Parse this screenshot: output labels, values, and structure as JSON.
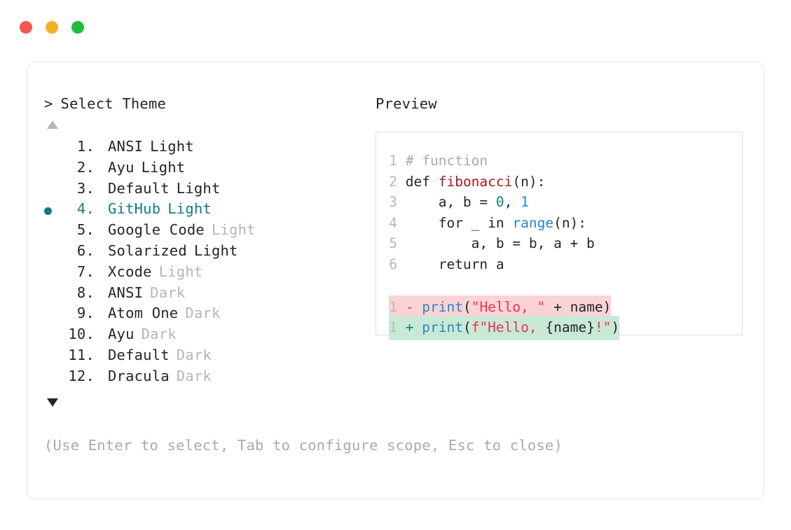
{
  "window": {
    "traffic_lights": [
      {
        "name": "close",
        "color": "#f5554f"
      },
      {
        "name": "minimize",
        "color": "#f4b223"
      },
      {
        "name": "maximize",
        "color": "#21bb3b"
      }
    ]
  },
  "colors": {
    "accent_teal": "#0f7f7c",
    "muted": "#b4b6ba",
    "text": "#22262c",
    "diff_del_bg": "#fbd3d6",
    "diff_add_bg": "#c9e9d7",
    "string_red": "#e63355",
    "function_red": "#a3191c",
    "builtin_blue": "#2b84c4"
  },
  "left_pane": {
    "prompt_chevron": ">",
    "title": "Select Theme",
    "scroll_up_icon": "triangle-up-icon",
    "scroll_down_icon": "triangle-down-icon",
    "selected_index": 4,
    "items": [
      {
        "num": "1.",
        "name": "ANSI",
        "variant": "Light",
        "variant_muted": false,
        "selected": false
      },
      {
        "num": "2.",
        "name": "Ayu",
        "variant": "Light",
        "variant_muted": false,
        "selected": false
      },
      {
        "num": "3.",
        "name": "Default",
        "variant": "Light",
        "variant_muted": false,
        "selected": false
      },
      {
        "num": "4.",
        "name": "GitHub",
        "variant": "Light",
        "variant_muted": false,
        "selected": true
      },
      {
        "num": "5.",
        "name": "Google Code",
        "variant": "Light",
        "variant_muted": true,
        "selected": false
      },
      {
        "num": "6.",
        "name": "Solarized",
        "variant": "Light",
        "variant_muted": false,
        "selected": false
      },
      {
        "num": "7.",
        "name": "Xcode",
        "variant": "Light",
        "variant_muted": true,
        "selected": false
      },
      {
        "num": "8.",
        "name": "ANSI",
        "variant": "Dark",
        "variant_muted": true,
        "selected": false
      },
      {
        "num": "9.",
        "name": "Atom One",
        "variant": "Dark",
        "variant_muted": true,
        "selected": false
      },
      {
        "num": "10.",
        "name": "Ayu",
        "variant": "Dark",
        "variant_muted": true,
        "selected": false
      },
      {
        "num": "11.",
        "name": "Default",
        "variant": "Dark",
        "variant_muted": true,
        "selected": false
      },
      {
        "num": "12.",
        "name": "Dracula",
        "variant": "Dark",
        "variant_muted": true,
        "selected": false
      }
    ],
    "hint": "(Use Enter to select, Tab to configure scope, Esc to close)"
  },
  "right_pane": {
    "label": "Preview",
    "code_lines": [
      {
        "ln": "1",
        "tokens": [
          {
            "t": "# function",
            "c": "c-com"
          }
        ]
      },
      {
        "ln": "2",
        "tokens": [
          {
            "t": "def ",
            "c": "c-kw"
          },
          {
            "t": "fibonacci",
            "c": "c-fn"
          },
          {
            "t": "(n):",
            "c": "c-pl"
          }
        ]
      },
      {
        "ln": "3",
        "tokens": [
          {
            "t": "    a, b = ",
            "c": "c-pl"
          },
          {
            "t": "0",
            "c": "c-num0"
          },
          {
            "t": ", ",
            "c": "c-pl"
          },
          {
            "t": "1",
            "c": "c-num1"
          }
        ]
      },
      {
        "ln": "4",
        "tokens": [
          {
            "t": "    for _ in ",
            "c": "c-pl"
          },
          {
            "t": "range",
            "c": "c-bi"
          },
          {
            "t": "(n):",
            "c": "c-pl"
          }
        ]
      },
      {
        "ln": "5",
        "tokens": [
          {
            "t": "        a, b = b, a + b",
            "c": "c-pl"
          }
        ]
      },
      {
        "ln": "6",
        "tokens": [
          {
            "t": "    return a",
            "c": "c-pl"
          }
        ]
      }
    ],
    "diff_lines": [
      {
        "ln": "1",
        "sign": "-",
        "kind": "del",
        "tokens": [
          {
            "t": "print",
            "c": "c-call"
          },
          {
            "t": "(",
            "c": "c-pl"
          },
          {
            "t": "\"Hello, \"",
            "c": "c-str"
          },
          {
            "t": " + name)",
            "c": "c-pl"
          }
        ]
      },
      {
        "ln": "1",
        "sign": "+",
        "kind": "add",
        "tokens": [
          {
            "t": "print",
            "c": "c-call"
          },
          {
            "t": "(",
            "c": "c-pl"
          },
          {
            "t": "f\"Hello, ",
            "c": "c-str"
          },
          {
            "t": "{name}",
            "c": "c-pl"
          },
          {
            "t": "!\"",
            "c": "c-str"
          },
          {
            "t": ")",
            "c": "c-pl"
          }
        ]
      }
    ]
  }
}
